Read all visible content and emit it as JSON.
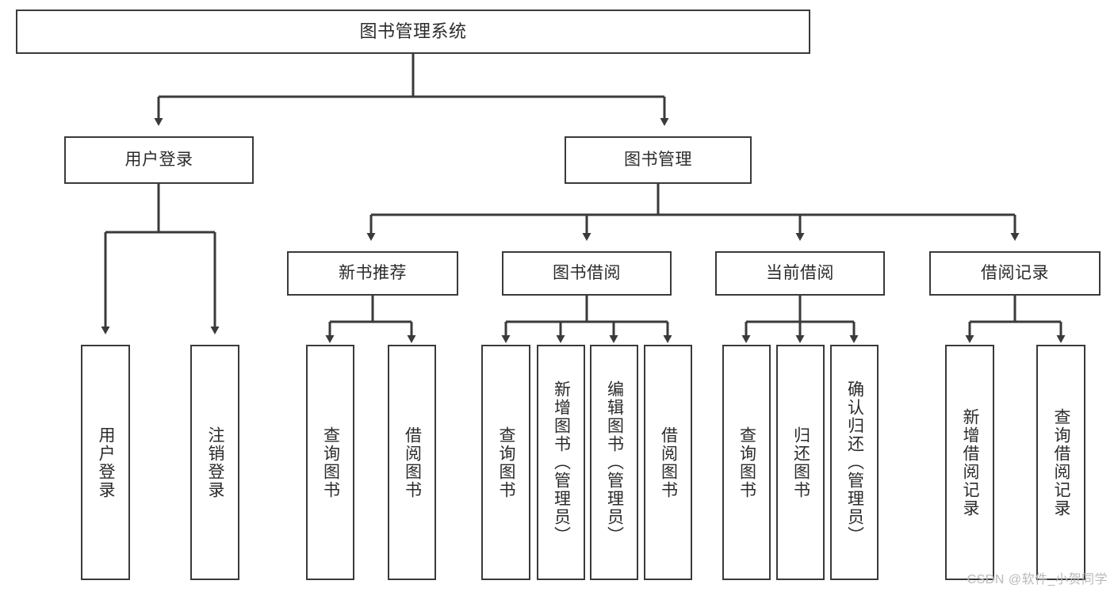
{
  "diagram": {
    "title": "图书管理系统",
    "watermark": "CSDN @软件_小贺同学",
    "colors": {
      "border": "#3a3a3a",
      "text": "#2b2b2b",
      "background": "#ffffff",
      "connector": "#3a3a3a",
      "watermark": "#b9b9b9"
    },
    "nodes": {
      "root": {
        "label": "图书管理系统"
      },
      "level2": [
        {
          "id": "user-login",
          "label": "用户登录"
        },
        {
          "id": "book-management",
          "label": "图书管理"
        }
      ],
      "level3": [
        {
          "id": "new-book-recommend",
          "label": "新书推荐"
        },
        {
          "id": "book-borrow",
          "label": "图书借阅"
        },
        {
          "id": "current-borrow",
          "label": "当前借阅"
        },
        {
          "id": "borrow-record",
          "label": "借阅记录"
        }
      ],
      "leaves": {
        "user_login": [
          {
            "id": "leaf-user-login",
            "label": "用户登录"
          },
          {
            "id": "leaf-logout-login",
            "label": "注销登录"
          }
        ],
        "new_book_recommend": [
          {
            "id": "leaf-query-book-1",
            "label": "查询图书"
          },
          {
            "id": "leaf-borrow-book-1",
            "label": "借阅图书"
          }
        ],
        "book_borrow": [
          {
            "id": "leaf-query-book-2",
            "label": "查询图书"
          },
          {
            "id": "leaf-add-book",
            "label": "新增图书（管理员）"
          },
          {
            "id": "leaf-edit-book",
            "label": "编辑图书（管理员）"
          },
          {
            "id": "leaf-borrow-book-2",
            "label": "借阅图书"
          }
        ],
        "current_borrow": [
          {
            "id": "leaf-query-book-3",
            "label": "查询图书"
          },
          {
            "id": "leaf-return-book",
            "label": "归还图书"
          },
          {
            "id": "leaf-confirm-return",
            "label": "确认归还（管理员）"
          }
        ],
        "borrow_record": [
          {
            "id": "leaf-add-borrow-record",
            "label": "新增借阅记录"
          },
          {
            "id": "leaf-query-borrow-record",
            "label": "查询借阅记录"
          }
        ]
      }
    }
  }
}
